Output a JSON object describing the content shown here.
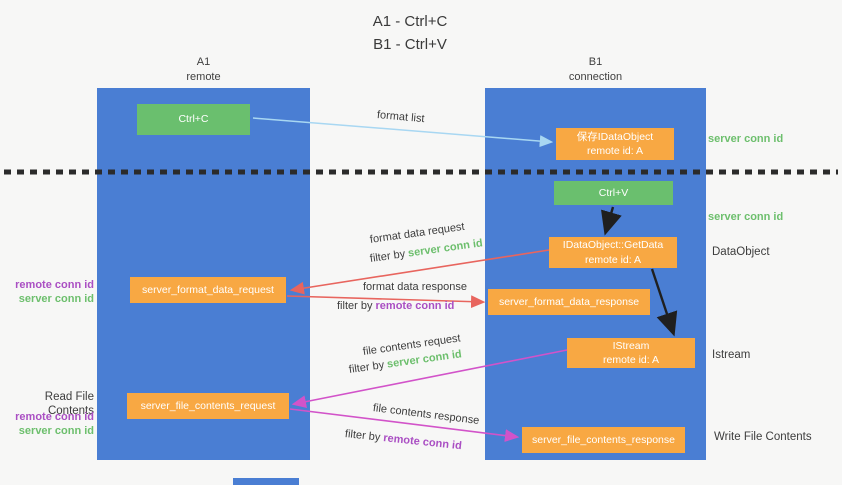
{
  "title": {
    "line1": "A1 - Ctrl+C",
    "line2": "B1 - Ctrl+V"
  },
  "lanes": {
    "a": {
      "title": "A1",
      "subtitle": "remote"
    },
    "b": {
      "title": "B1",
      "subtitle": "connection"
    }
  },
  "nodes": {
    "ctrl_c": {
      "label": "Ctrl+C"
    },
    "save_idataobject": {
      "line1": "保存IDataObject",
      "line2": "remote id: A"
    },
    "ctrl_v": {
      "label": "Ctrl+V"
    },
    "getdata": {
      "line1": "IDataObject::GetData",
      "line2": "remote id: A"
    },
    "server_format_data_request": {
      "label": "server_format_data_request"
    },
    "server_format_data_response": {
      "label": "server_format_data_response"
    },
    "istream": {
      "line1": "IStream",
      "line2": "remote id: A"
    },
    "server_file_contents_request": {
      "label": "server_file_contents_request"
    },
    "server_file_contents_response": {
      "label": "server_file_contents_response"
    }
  },
  "arrow_labels": {
    "format_list": "format list",
    "format_data_request": "format data request",
    "format_data_response": "format data response",
    "file_contents_request": "file contents request",
    "file_contents_response": "file contents response",
    "filter_by": "filter by "
  },
  "side_labels": {
    "server_conn_id": "server conn id",
    "remote_conn_id": "remote conn id",
    "dataobject": "DataObject",
    "istream": "Istream",
    "read_file_contents": "Read File Contents",
    "write_file_contents": "Write File Contents"
  },
  "colors": {
    "lane_blue": "#4a7ed3",
    "node_orange": "#f8a843",
    "node_green": "#6abf6e",
    "green_text": "#6dbf6d",
    "purple_text": "#aa4fc3",
    "arrow_red": "#e8655e",
    "arrow_magenta": "#d253c9",
    "arrow_lightblue": "#a8d7f2",
    "arrow_black": "#1f1f1f"
  }
}
